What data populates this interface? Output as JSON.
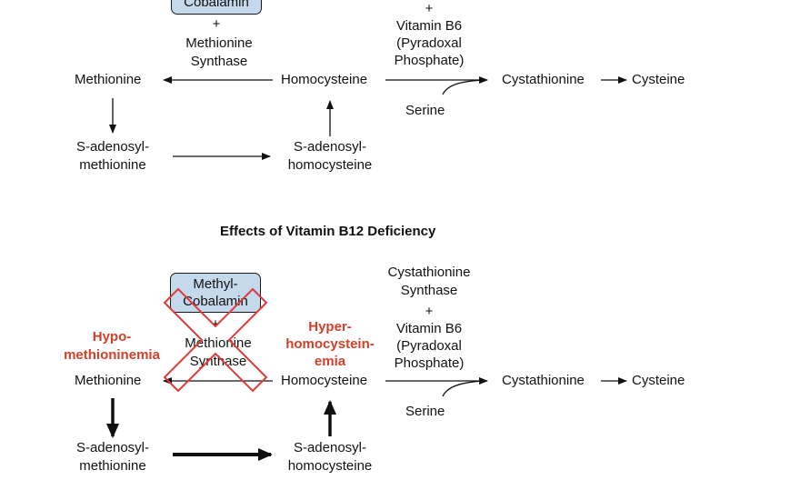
{
  "normal": {
    "cofactor_box_line2": "Cobalamin",
    "plus": "+",
    "ms_line1": "Methionine",
    "ms_line2": "Synthase",
    "b6_plus": "+",
    "b6_line1": "Vitamin B6",
    "b6_line2": "(Pyradoxal",
    "b6_line3": "Phosphate)",
    "methionine": "Methionine",
    "homocysteine": "Homocysteine",
    "cystathionine": "Cystathionine",
    "cysteine": "Cysteine",
    "serine": "Serine",
    "sam_line1": "S-adenosyl-",
    "sam_line2": "methionine",
    "sah_line1": "S-adenosyl-",
    "sah_line2": "homocysteine"
  },
  "deficiency": {
    "title": "Effects of Vitamin B12 Deficiency",
    "cofactor_box_line1": "Methyl-",
    "cofactor_box_line2": "Cobalamin",
    "plus": "+",
    "ms_line1": "Methionine",
    "ms_line2": "Synthase",
    "cbs_line1": "Cystathionine",
    "cbs_line2": "Synthase",
    "b6_plus": "+",
    "b6_line1": "Vitamin B6",
    "b6_line2": "(Pyradoxal",
    "b6_line3": "Phosphate)",
    "hypo_line1": "Hypo-",
    "hypo_line2": "methioninemia",
    "hyper_line1": "Hyper-",
    "hyper_line2": "homocystein-",
    "hyper_line3": "emia",
    "methionine": "Methionine",
    "homocysteine": "Homocysteine",
    "cystathionine": "Cystathionine",
    "cysteine": "Cysteine",
    "serine": "Serine",
    "sam_line1": "S-adenosyl-",
    "sam_line2": "methionine",
    "sah_line1": "S-adenosyl-",
    "sah_line2": "homocysteine"
  },
  "colors": {
    "box_fill": "#c5d9ec",
    "highlight_red": "#d0402a",
    "cross_red": "#e03a3a"
  }
}
